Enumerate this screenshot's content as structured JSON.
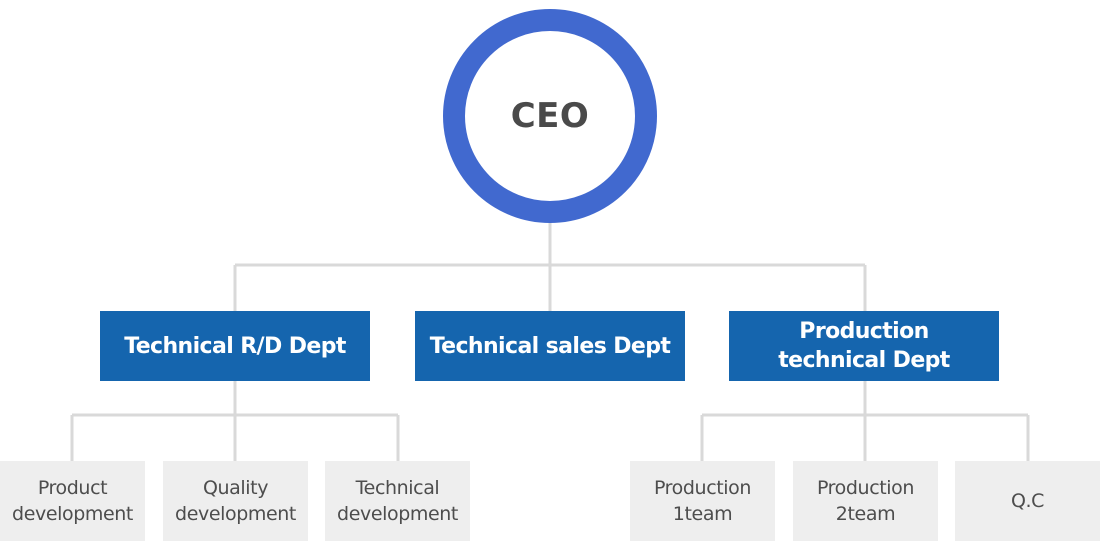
{
  "colors": {
    "ceo_ring": "#4169cf",
    "dept_fill": "#1565ae",
    "team_fill": "#eeeeee",
    "connector": "#d9d9d9"
  },
  "ceo": {
    "label": "CEO"
  },
  "departments": [
    {
      "label": "Technical R/D Dept",
      "teams": [
        "Product\ndevelopment",
        "Quality\ndevelopment",
        "Technical\ndevelopment"
      ]
    },
    {
      "label": "Technical sales Dept",
      "teams": []
    },
    {
      "label": "Production\ntechnical Dept",
      "teams": [
        "Production\n1team",
        "Production\n2team",
        "Q.C"
      ]
    }
  ]
}
